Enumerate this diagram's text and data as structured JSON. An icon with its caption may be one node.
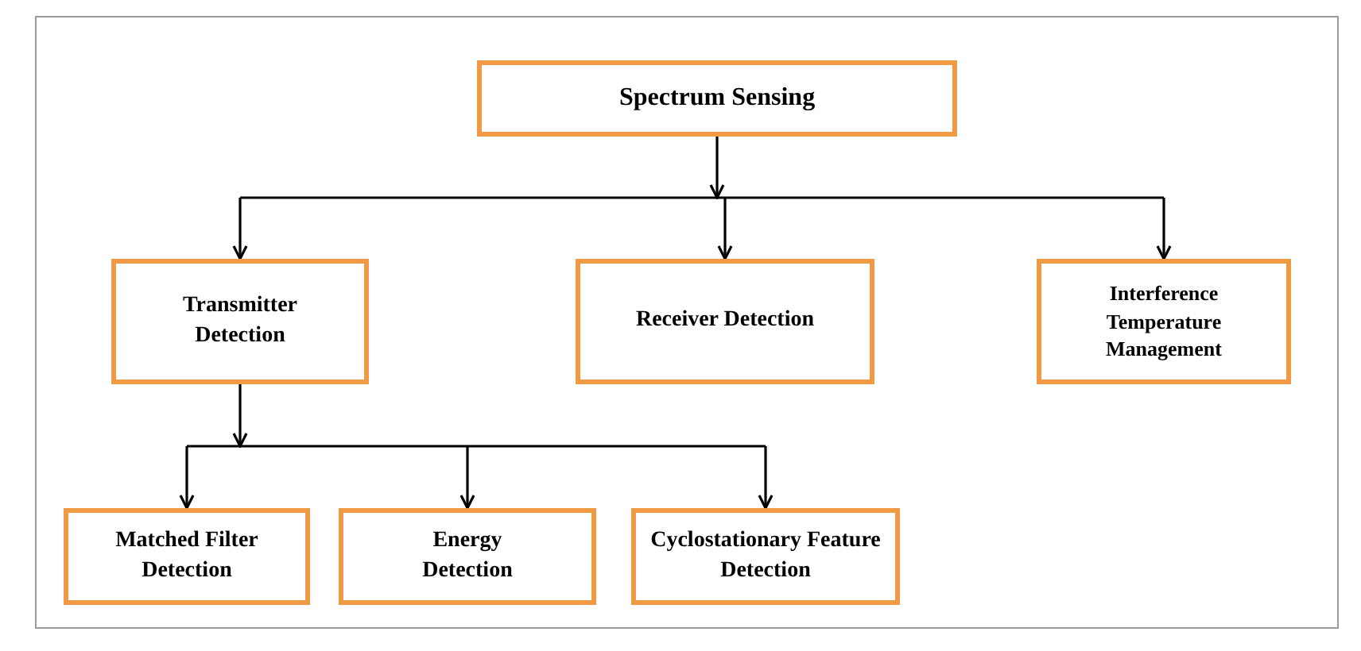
{
  "diagram": {
    "nodes": [
      {
        "text": [
          "Spectrum Sensing"
        ]
      },
      {
        "text": [
          "Transmitter Detection"
        ]
      },
      {
        "text": [
          "Receiver Detection"
        ]
      },
      {
        "text": [
          "Interference Temperature Management"
        ]
      },
      {
        "text": [
          "Matched Filter Detection"
        ]
      },
      {
        "text": [
          "Energy Detection"
        ]
      },
      {
        "text": [
          "Cyclostationary Feature Detection"
        ]
      }
    ],
    "edges": [
      {
        "from": 0,
        "to": 1,
        "arrow": "to"
      },
      {
        "from": 0,
        "to": 2,
        "arrow": "to"
      },
      {
        "from": 0,
        "to": 3,
        "arrow": "to"
      },
      {
        "from": 1,
        "to": 4,
        "arrow": "to"
      },
      {
        "from": 1,
        "to": 5,
        "arrow": "to"
      },
      {
        "from": 1,
        "to": 6,
        "arrow": "to"
      }
    ]
  }
}
